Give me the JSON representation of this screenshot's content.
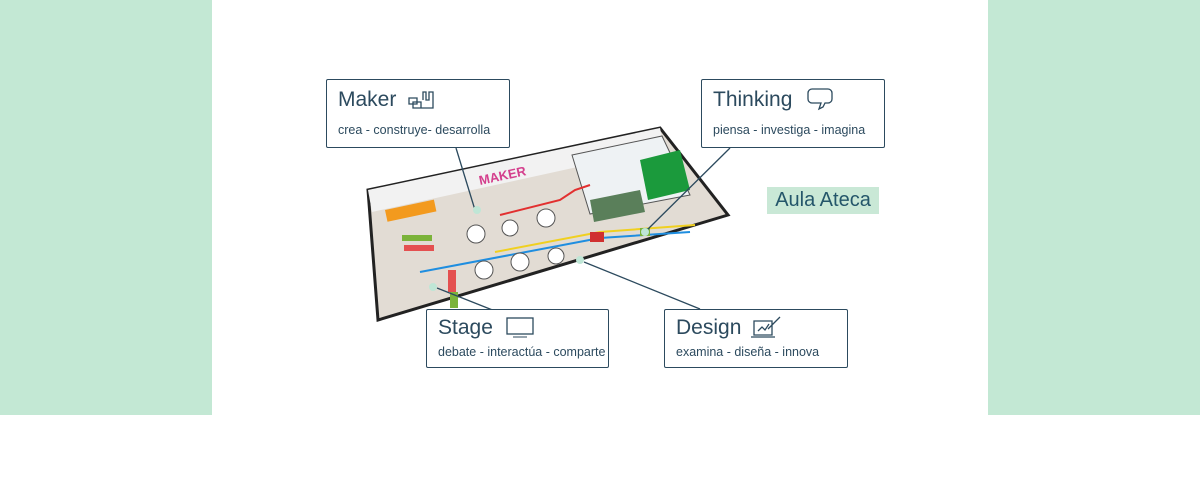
{
  "label": "Aula Ateca",
  "zones": [
    {
      "title": "Maker",
      "subtitle": "crea - construye- desarrolla",
      "icon": "factory-icon"
    },
    {
      "title": "Thinking",
      "subtitle": "piensa - investiga - imagina",
      "icon": "thought-bubble-icon"
    },
    {
      "title": "Stage",
      "subtitle": "debate - interactúa - comparte",
      "icon": "screen-icon"
    },
    {
      "title": "Design",
      "subtitle": "examina - diseña - innova",
      "icon": "drawing-board-icon"
    }
  ],
  "wall_sign": "MAKER",
  "colors": {
    "panel": "#c3e8d4",
    "ink": "#2c4a5e"
  }
}
